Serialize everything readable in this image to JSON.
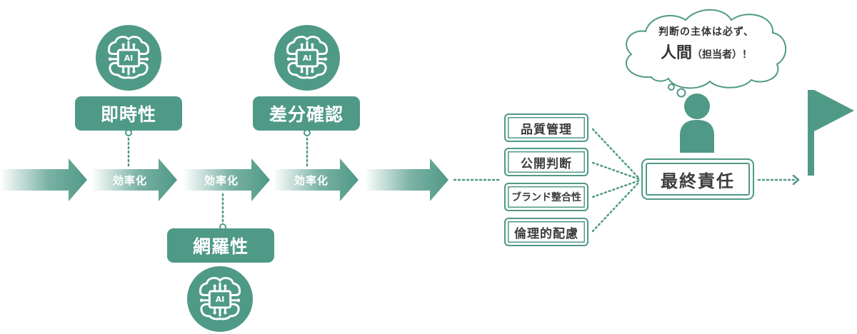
{
  "colors": {
    "accent": "#4f9987",
    "text": "#3d3d3d"
  },
  "ai_badge": {
    "label": "AI",
    "icon": "brain-chip-icon"
  },
  "stages": {
    "speed": "即時性",
    "coverage": "網羅性",
    "diff_check": "差分確認"
  },
  "efficiency_label": "効率化",
  "checkpoints": [
    "品質管理",
    "公開判断",
    "ブランド整合性",
    "倫理的配慮"
  ],
  "final_box": "最終責任",
  "thought": {
    "line1": "判断の主体は必ず、",
    "person": "人間",
    "paren": "（担当者）",
    "exclaim": "！"
  }
}
